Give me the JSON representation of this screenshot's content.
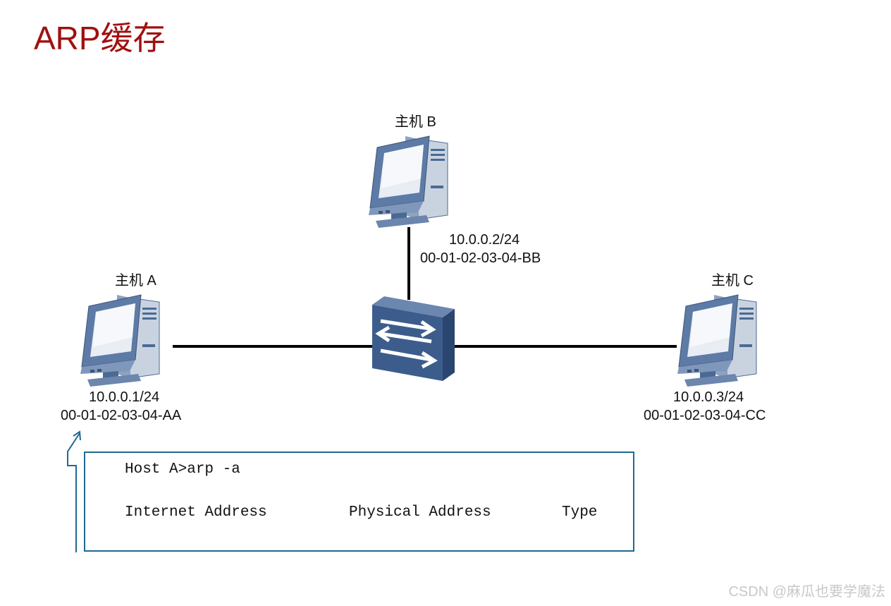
{
  "slide": {
    "title": "ARP缓存"
  },
  "hosts": {
    "a": {
      "name": "主机 A",
      "ip": "10.0.0.1/24",
      "mac": "00-01-02-03-04-AA"
    },
    "b": {
      "name": "主机 B",
      "ip": "10.0.0.2/24",
      "mac": "00-01-02-03-04-BB"
    },
    "c": {
      "name": "主机 C",
      "ip": "10.0.0.3/24",
      "mac": "00-01-02-03-04-CC"
    }
  },
  "switch": {
    "icon": "switch-icon"
  },
  "terminal": {
    "command": "Host A>arp -a",
    "columns": [
      "Internet Address",
      "Physical Address",
      "Type"
    ]
  },
  "watermark": "CSDN @麻瓜也要学魔法",
  "colors": {
    "title": "#a01010",
    "terminal_border": "#1f6a92",
    "device_blue": "#4a6a94"
  }
}
